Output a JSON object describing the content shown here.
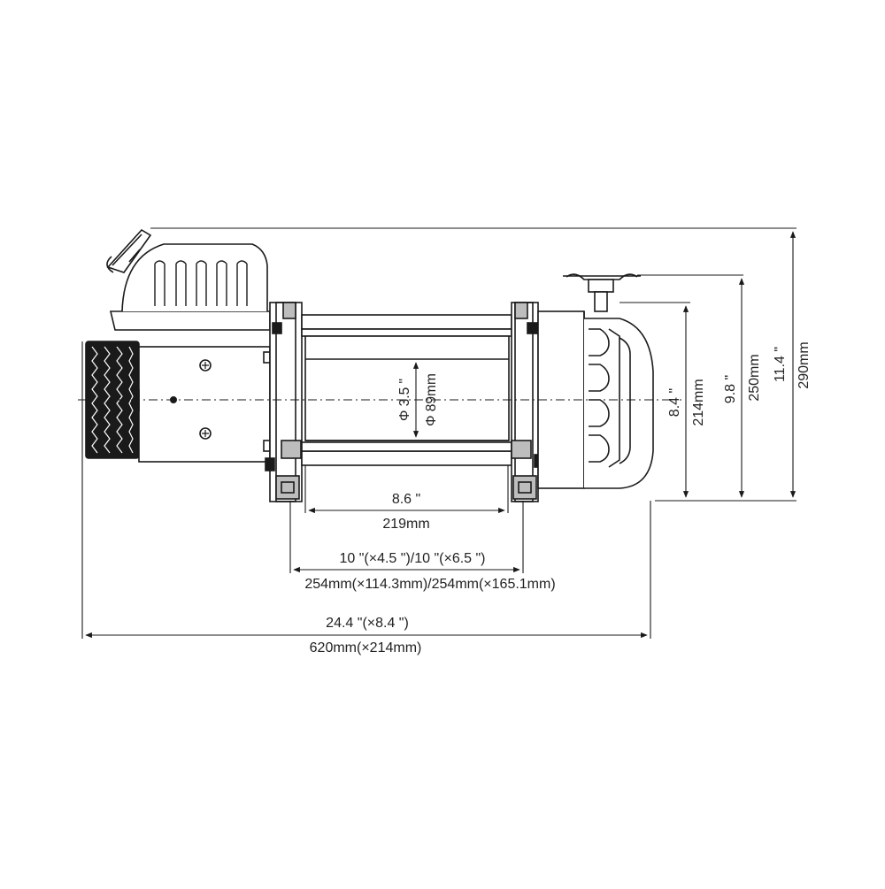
{
  "dimensions": {
    "drum_length_in": "8.6 \"",
    "drum_length_mm": "219mm",
    "mount_inch": "10 \"(×4.5 \")/10 \"(×6.5 \")",
    "mount_mm": "254mm(×114.3mm)/254mm(×165.1mm)",
    "overall_length_in": "24.4 \"(×8.4 \")",
    "overall_length_mm": "620mm(×214mm)",
    "drum_diameter_in": "Φ 3.5 \"",
    "drum_diameter_mm": "Φ 89mm",
    "height_small_in": "8.4 \"",
    "height_small_mm": "214mm",
    "height_mid_in": "9.8 \"",
    "height_mid_mm": "250mm",
    "height_total_in": "11.4 \"",
    "height_total_mm": "290mm"
  },
  "colors": {
    "line": "#1a1a1a",
    "fill_dark": "#1a1a1a",
    "fill_mid": "#bdbdbd",
    "background": "#ffffff"
  }
}
